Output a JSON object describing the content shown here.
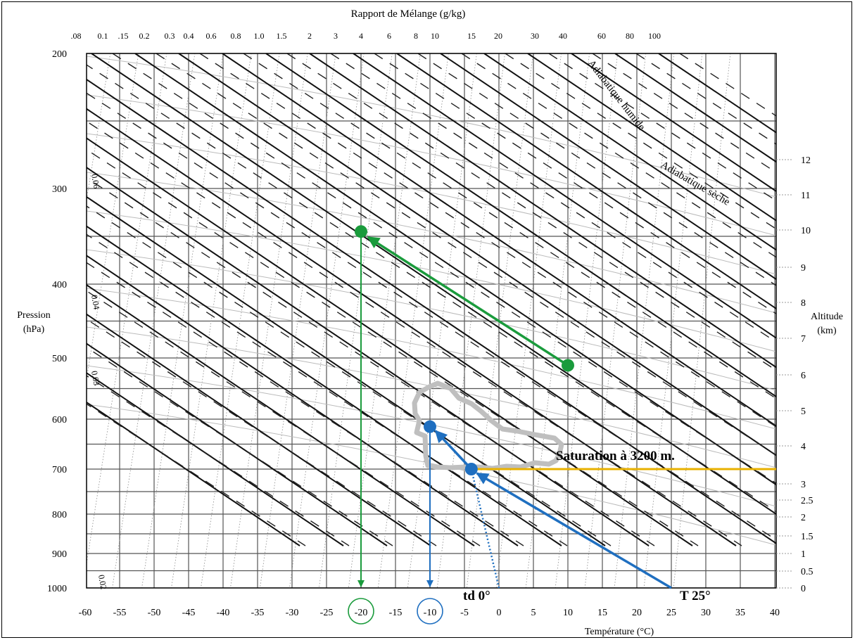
{
  "chart_data": {
    "type": "diagram",
    "title": "Rapport de Mélange (g/kg)",
    "xlabel": "Température (°C)",
    "ylabel_left": [
      "Pression",
      "(hPa)"
    ],
    "ylabel_right": [
      "Altitude",
      "(km)"
    ],
    "x_ticks": [
      "-60",
      "-55",
      "-50",
      "-45",
      "-40",
      "-35",
      "-30",
      "-25",
      "-20",
      "-15",
      "-10",
      "-5",
      "0",
      "5",
      "10",
      "15",
      "20",
      "25",
      "30",
      "35",
      "40"
    ],
    "pressure_ticks": [
      "200",
      "300",
      "400",
      "500",
      "600",
      "700",
      "800",
      "900",
      "1000"
    ],
    "altitude_ticks": [
      "12",
      "11",
      "10",
      "9",
      "8",
      "7",
      "6",
      "5",
      "4",
      "3",
      "2.5",
      "2",
      "1.5",
      "1",
      "0.5",
      "0"
    ],
    "mixing_ratio_ticks": [
      ".08",
      "0.1",
      ".15",
      "0.2",
      "0.3",
      "0.4",
      "0.6",
      "0.8",
      "1.0",
      "1.5",
      "2",
      "3",
      "4",
      "6",
      "8",
      "10",
      "15",
      "20",
      "30",
      "40",
      "60",
      "80",
      "100"
    ],
    "left_mixing_labels": [
      "0.06",
      "0.04",
      "0.03",
      "0.02"
    ],
    "curve_labels": {
      "moist": "Adiabatique humide",
      "dry": "Adiabatique sèche"
    },
    "annotations": {
      "saturation": "Saturation à 3200 m.",
      "dewpoint": "td 0°",
      "temperature": "T 25°"
    },
    "circled_ticks": [
      "-20",
      "-10"
    ],
    "parcel_points": [
      {
        "name": "surface",
        "t": 25,
        "p": 1000
      },
      {
        "name": "condensation",
        "t": -4,
        "p": 700
      },
      {
        "name": "blue-upper",
        "t": -10,
        "p": 615
      },
      {
        "name": "green-lower",
        "t": 10,
        "p": 512
      },
      {
        "name": "green-upper",
        "t": -20,
        "p": 345
      }
    ],
    "colors": {
      "blue": "#1f6fc0",
      "green": "#1a9b3c",
      "saturation": "#e8b100",
      "annotation": "#e30000",
      "cloud": "#bfbfbf"
    }
  }
}
